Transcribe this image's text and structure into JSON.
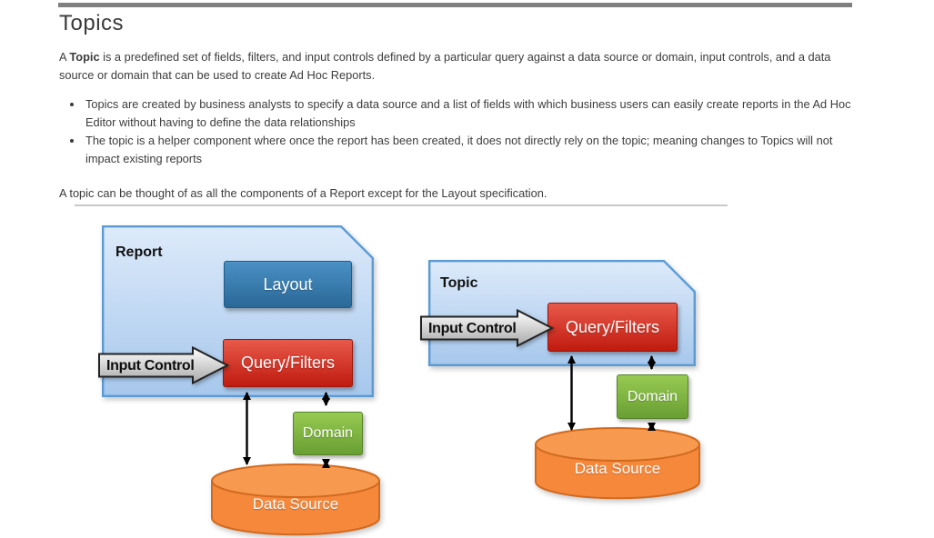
{
  "page": {
    "heading": "Topics",
    "intro_prefix": "A ",
    "intro_bold": "Topic",
    "intro_rest": " is a predefined set of fields, filters, and input controls defined by a particular query against a data source or domain, input controls, and a data source or domain that can be used to create Ad Hoc Reports.",
    "bullets": [
      "Topics are created by business analysts to specify a data source and a list of fields with which business users can easily create reports in the Ad Hoc Editor without having to define the data relationships",
      "The topic is a helper component where once the report has been created, it does not directly rely on the topic; meaning changes to Topics will not impact existing reports"
    ],
    "summary": "A topic can be thought of as all the components of a Report except for the Layout specification."
  },
  "diagram": {
    "report": {
      "title": "Report",
      "layout_label": "Layout",
      "query_label": "Query/Filters",
      "input_label": "Input Control",
      "domain_label": "Domain",
      "datasource_label": "Data Source"
    },
    "topic": {
      "title": "Topic",
      "query_label": "Query/Filters",
      "input_label": "Input Control",
      "domain_label": "Domain",
      "datasource_label": "Data Source"
    }
  },
  "colors": {
    "topbar": "#7f7f7f",
    "hr": "#c9c9c9",
    "text": "#3c3c3c",
    "heading": "#3a3a3a",
    "cont-top": "#ddeafa",
    "cont-bottom": "#a6c7ec",
    "cont-border": "#5b9bd5",
    "layout-top": "#4a90c4",
    "layout-bottom": "#2a6898",
    "layout-border": "#1f5c8b",
    "red-top": "#e8594a",
    "red-bottom": "#c01b0f",
    "red-border": "#9b150c",
    "green-top": "#97ca52",
    "green-bottom": "#699f33",
    "green-border": "#55822a",
    "orange": "#f5883b",
    "orange-light": "#f79a50",
    "orange-border": "#d26a1e",
    "arrow-top": "#ffffff",
    "arrow-bottom": "#a8a8a8",
    "arrow-border": "#222222"
  }
}
